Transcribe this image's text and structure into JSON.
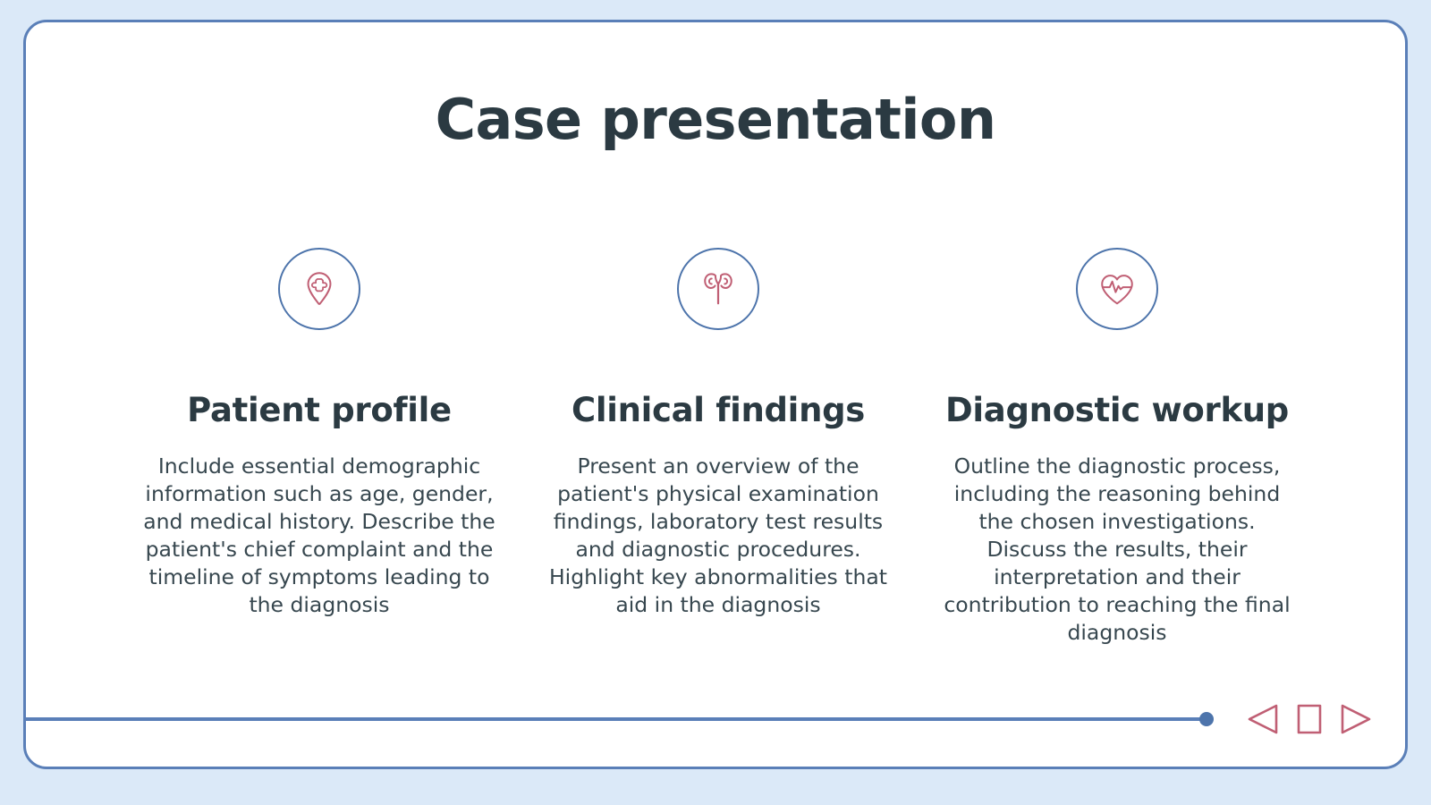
{
  "slide": {
    "title": "Case presentation",
    "colors": {
      "page_background": "#dbe9f8",
      "card_background": "#ffffff",
      "card_border": "#5a7fb8",
      "heading_text": "#2b3a42",
      "body_text": "#37474f",
      "icon_circle_stroke": "#4d74ab",
      "icon_glyph": "#c05f74",
      "nav_control": "#c05f74",
      "progress_line": "#5a7fb8",
      "progress_knob": "#4d74ab"
    },
    "columns": [
      {
        "icon": "map-pin-medical-cross-icon",
        "heading": "Patient profile",
        "body": "Include essential demographic information such as age, gender, and medical history. Describe the patient's chief complaint and the timeline of symptoms leading to the diagnosis"
      },
      {
        "icon": "kidneys-icon",
        "heading": "Clinical findings",
        "body": "Present an overview of the patient's physical examination findings, laboratory test results and diagnostic procedures. Highlight key abnormalities that aid in the diagnosis"
      },
      {
        "icon": "heart-pulse-icon",
        "heading": "Diagnostic workup",
        "body": "Outline the diagnostic process, including the reasoning behind the chosen investigations. Discuss the results, their interpretation and their contribution to reaching the final diagnosis"
      }
    ],
    "navigation": {
      "previous_label": "Previous",
      "stop_label": "Stop",
      "next_label": "Next"
    }
  }
}
